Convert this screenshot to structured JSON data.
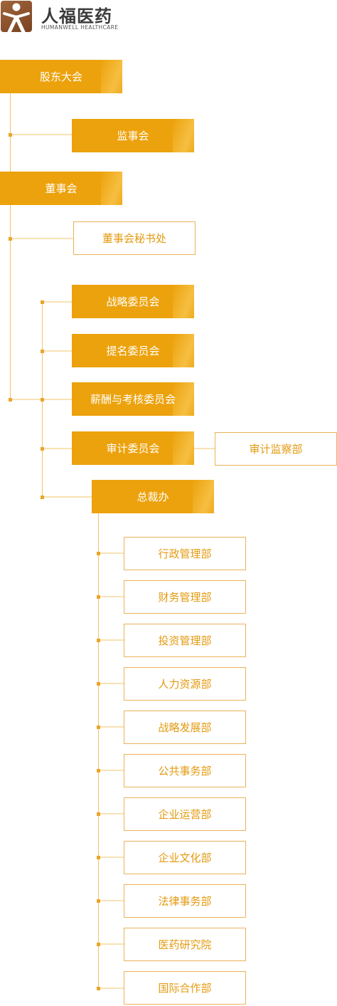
{
  "brand": {
    "name": "人福医药",
    "subtitle": "HUMANWELL HEALTHCARE"
  },
  "colors": {
    "accent": "#eca20c",
    "line": "#f2c46a",
    "outline_text": "#e39a10"
  },
  "nodes": {
    "shareholders": "股东大会",
    "supervisory_board": "监事会",
    "board": "董事会",
    "board_secretary": "董事会秘书处",
    "strategy_committee": "战略委员会",
    "nomination_committee": "提名委员会",
    "remuneration_committee": "薪酬与考核委员会",
    "audit_committee": "审计委员会",
    "audit_supervision_dept": "审计监察部",
    "president_office": "总裁办",
    "departments": [
      "行政管理部",
      "财务管理部",
      "投资管理部",
      "人力资源部",
      "战略发展部",
      "公共事务部",
      "企业运营部",
      "企业文化部",
      "法律事务部",
      "医药研究院",
      "国际合作部"
    ]
  }
}
